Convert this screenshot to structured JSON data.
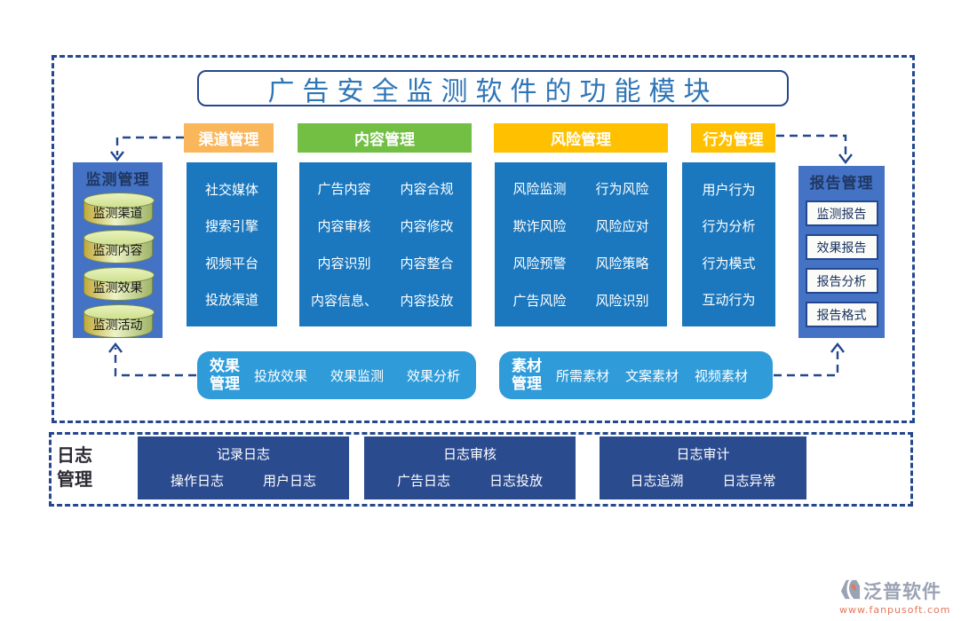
{
  "title": "广告安全监测软件的功能模块",
  "headers": {
    "channel": "渠道管理",
    "content": "内容管理",
    "risk": "风险管理",
    "behavior": "行为管理"
  },
  "monitor": {
    "title": "监测管理",
    "items": [
      "监测渠道",
      "监测内容",
      "监测效果",
      "监测活动"
    ]
  },
  "report": {
    "title": "报告管理",
    "items": [
      "监测报告",
      "效果报告",
      "报告分析",
      "报告格式"
    ]
  },
  "channel_items": [
    "社交媒体",
    "搜索引擎",
    "视频平台",
    "投放渠道"
  ],
  "content_items": [
    "广告内容",
    "内容合规",
    "内容审核",
    "内容修改",
    "内容识别",
    "内容整合",
    "内容信息、",
    "内容投放"
  ],
  "risk_items": [
    "风险监测",
    "行为风险",
    "欺诈风险",
    "风险应对",
    "风险预警",
    "风险策略",
    "广告风险",
    "风险识别"
  ],
  "behavior_items": [
    "用户行为",
    "行为分析",
    "行为模式",
    "互动行为"
  ],
  "effect": {
    "title": "效果管理",
    "items": [
      "投放效果",
      "效果监测",
      "效果分析"
    ]
  },
  "material": {
    "title": "素材管理",
    "items": [
      "所需素材",
      "文案素材",
      "视频素材"
    ]
  },
  "log": {
    "label": "日志管理",
    "groups": [
      {
        "title": "记录日志",
        "items": [
          "操作日志",
          "用户日志"
        ]
      },
      {
        "title": "日志审核",
        "items": [
          "广告日志",
          "日志投放"
        ]
      },
      {
        "title": "日志审计",
        "items": [
          "日志追溯",
          "日志异常"
        ]
      }
    ]
  },
  "footer": {
    "brand": "泛普软件",
    "url": "www.fanpusoft.com"
  },
  "colors": {
    "frame_navy": "#24478F",
    "title_blue": "#2E75B6",
    "header_orange": "#F9B65A",
    "header_green": "#72BF44",
    "header_gold": "#FFC000",
    "side_panel_blue": "#4472C4",
    "side_title_navy": "#1F3864",
    "column_blue": "#1B78BE",
    "bar_blue": "#2F9CD9",
    "log_navy": "#2B4B8F",
    "brand_gray": "#9AA2B4",
    "brand_orange": "#E4765A"
  }
}
